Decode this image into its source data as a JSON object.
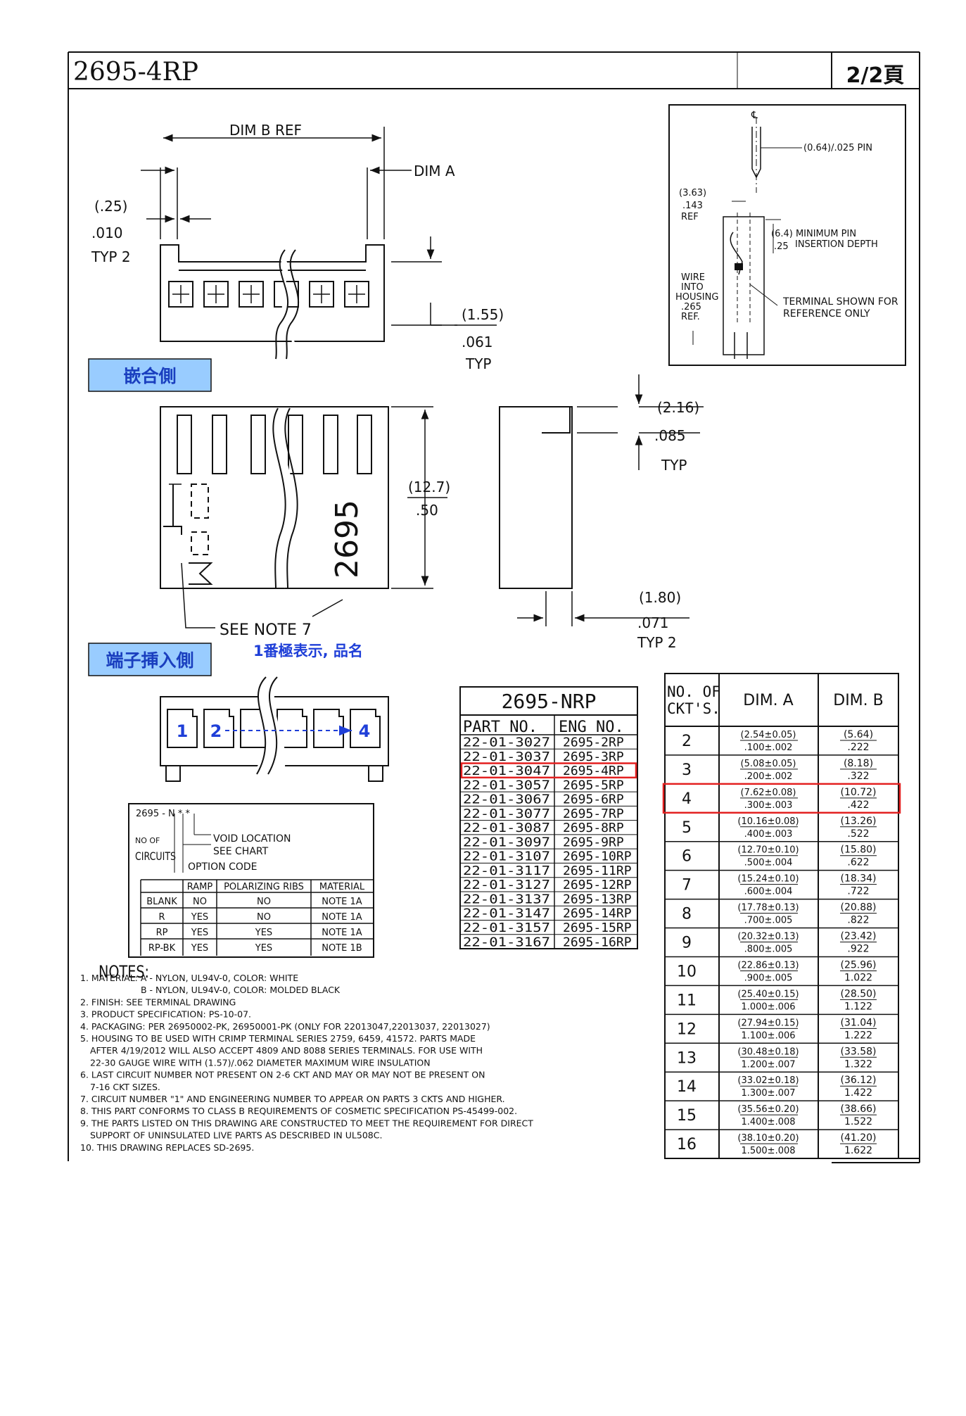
{
  "header": {
    "title": "2695-4RP",
    "page": "2/2頁"
  },
  "top_view": {
    "dim_b_ref": "DIM B REF",
    "dim_a": "DIM A",
    "typ2_mm": "(.25)",
    "typ2_in": ".010",
    "typ2_label": "TYP 2",
    "h_mm": "(1.55)",
    "h_in": ".061",
    "h_label": "TYP"
  },
  "mating_label": "嵌合側",
  "terminal_label": "端子挿入側",
  "front_view": {
    "h_mm": "(12.7)",
    "h_in": ".50",
    "vertical_text": "2695",
    "note_ref": "SEE NOTE 7",
    "annotation": "1番極表示, 品名"
  },
  "side_view": {
    "t_mm": "(2.16)",
    "t_in": ".085",
    "t_label": "TYP",
    "w_mm": "(1.80)",
    "w_in": ".071",
    "w_label": "TYP 2"
  },
  "detail": {
    "pin": "(0.64)/.025 PIN",
    "ref1": "(3.63)",
    "ref2": ".143",
    "ref3": "REF",
    "depth1": "(6.4) MINIMUM PIN",
    "depth2": ".25",
    "depth3": "INSERTION DEPTH",
    "wire1": "WIRE",
    "wire2": "INTO",
    "wire3": "HOUSING",
    "wire4": ".265",
    "wire5": "REF.",
    "term1": "TERMINAL SHOWN FOR",
    "term2": "REFERENCE ONLY"
  },
  "bottom_view": {
    "n1": "1",
    "n2": "2",
    "n4": "4"
  },
  "code_box": {
    "code": "2695 - N * *",
    "void": "VOID LOCATION",
    "see_chart": "SEE CHART",
    "no_of": "NO OF",
    "circuits": "CIRCUITS",
    "option": "OPTION CODE",
    "columns": [
      "",
      "RAMP",
      "POLARIZING RIBS",
      "MATERIAL"
    ],
    "rows": [
      [
        "BLANK",
        "NO",
        "NO",
        "NOTE 1A"
      ],
      [
        "R",
        "YES",
        "NO",
        "NOTE 1A"
      ],
      [
        "RP",
        "YES",
        "YES",
        "NOTE 1A"
      ],
      [
        "RP-BK",
        "YES",
        "YES",
        "NOTE 1B"
      ]
    ]
  },
  "part_table": {
    "title": "2695-NRP",
    "headers": [
      "PART NO.",
      "ENG NO."
    ],
    "rows": [
      [
        "22-01-3027",
        "2695-2RP"
      ],
      [
        "22-01-3037",
        "2695-3RP"
      ],
      [
        "22-01-3047",
        "2695-4RP"
      ],
      [
        "22-01-3057",
        "2695-5RP"
      ],
      [
        "22-01-3067",
        "2695-6RP"
      ],
      [
        "22-01-3077",
        "2695-7RP"
      ],
      [
        "22-01-3087",
        "2695-8RP"
      ],
      [
        "22-01-3097",
        "2695-9RP"
      ],
      [
        "22-01-3107",
        "2695-10RP"
      ],
      [
        "22-01-3117",
        "2695-11RP"
      ],
      [
        "22-01-3127",
        "2695-12RP"
      ],
      [
        "22-01-3137",
        "2695-13RP"
      ],
      [
        "22-01-3147",
        "2695-14RP"
      ],
      [
        "22-01-3157",
        "2695-15RP"
      ],
      [
        "22-01-3167",
        "2695-16RP"
      ]
    ],
    "highlight_row": 2
  },
  "dim_table": {
    "h_ckt_1": "NO. OF",
    "h_ckt_2": "CKT'S.",
    "h_a": "DIM. A",
    "h_b": "DIM. B",
    "rows": [
      [
        "2",
        "(2.54±0.05)",
        ".100±.002",
        "(5.64)",
        ".222"
      ],
      [
        "3",
        "(5.08±0.05)",
        ".200±.002",
        "(8.18)",
        ".322"
      ],
      [
        "4",
        "(7.62±0.08)",
        ".300±.003",
        "(10.72)",
        ".422"
      ],
      [
        "5",
        "(10.16±0.08)",
        ".400±.003",
        "(13.26)",
        ".522"
      ],
      [
        "6",
        "(12.70±0.10)",
        ".500±.004",
        "(15.80)",
        ".622"
      ],
      [
        "7",
        "(15.24±0.10)",
        ".600±.004",
        "(18.34)",
        ".722"
      ],
      [
        "8",
        "(17.78±0.13)",
        ".700±.005",
        "(20.88)",
        ".822"
      ],
      [
        "9",
        "(20.32±0.13)",
        ".800±.005",
        "(23.42)",
        ".922"
      ],
      [
        "10",
        "(22.86±0.13)",
        ".900±.005",
        "(25.96)",
        "1.022"
      ],
      [
        "11",
        "(25.40±0.15)",
        "1.000±.006",
        "(28.50)",
        "1.122"
      ],
      [
        "12",
        "(27.94±0.15)",
        "1.100±.006",
        "(31.04)",
        "1.222"
      ],
      [
        "13",
        "(30.48±0.18)",
        "1.200±.007",
        "(33.58)",
        "1.322"
      ],
      [
        "14",
        "(33.02±0.18)",
        "1.300±.007",
        "(36.12)",
        "1.422"
      ],
      [
        "15",
        "(35.56±0.20)",
        "1.400±.008",
        "(38.66)",
        "1.522"
      ],
      [
        "16",
        "(38.10±0.20)",
        "1.500±.008",
        "(41.20)",
        "1.622"
      ]
    ],
    "highlight_row": 2
  },
  "notes": {
    "title": "NOTES:",
    "lines": [
      "1. MATERIAL: A - NYLON, UL94V-0, COLOR: WHITE",
      "B - NYLON, UL94V-0, COLOR: MOLDED BLACK",
      "2. FINISH: SEE TERMINAL DRAWING",
      "3. PRODUCT SPECIFICATION: PS-10-07.",
      "4. PACKAGING: PER 26950002-PK, 26950001-PK (ONLY FOR 22013047,22013037, 22013027)",
      "5. HOUSING TO BE USED WITH CRIMP TERMINAL SERIES 2759, 6459, 41572. PARTS MADE",
      "AFTER 4/19/2012 WILL ALSO ACCEPT 4809 AND 8088 SERIES TERMINALS. FOR USE WITH",
      "22-30 GAUGE WIRE WITH (1.57)/.062 DIAMETER MAXIMUM WIRE INSULATION",
      "6. LAST CIRCUIT NUMBER NOT PRESENT ON 2-6 CKT AND MAY OR MAY NOT BE PRESENT ON",
      "7-16 CKT SIZES.",
      "7. CIRCUIT NUMBER \"1\" AND ENGINEERING NUMBER TO APPEAR ON PARTS 3 CKTS AND HIGHER.",
      "8. THIS PART CONFORMS TO CLASS B REQUIREMENTS OF COSMETIC SPECIFICATION PS-45499-002.",
      "9. THE PARTS LISTED ON THIS DRAWING ARE CONSTRUCTED TO MEET THE REQUIREMENT FOR DIRECT",
      "SUPPORT OF UNINSULATED LIVE PARTS AS DESCRIBED IN UL508C.",
      "10. THIS DRAWING REPLACES SD-2695."
    ]
  },
  "colors": {
    "label_bg": "#99ccff",
    "label_text": "#1a3fbf",
    "highlight": "#e32020",
    "annot_blue": "#1f3fd8"
  }
}
